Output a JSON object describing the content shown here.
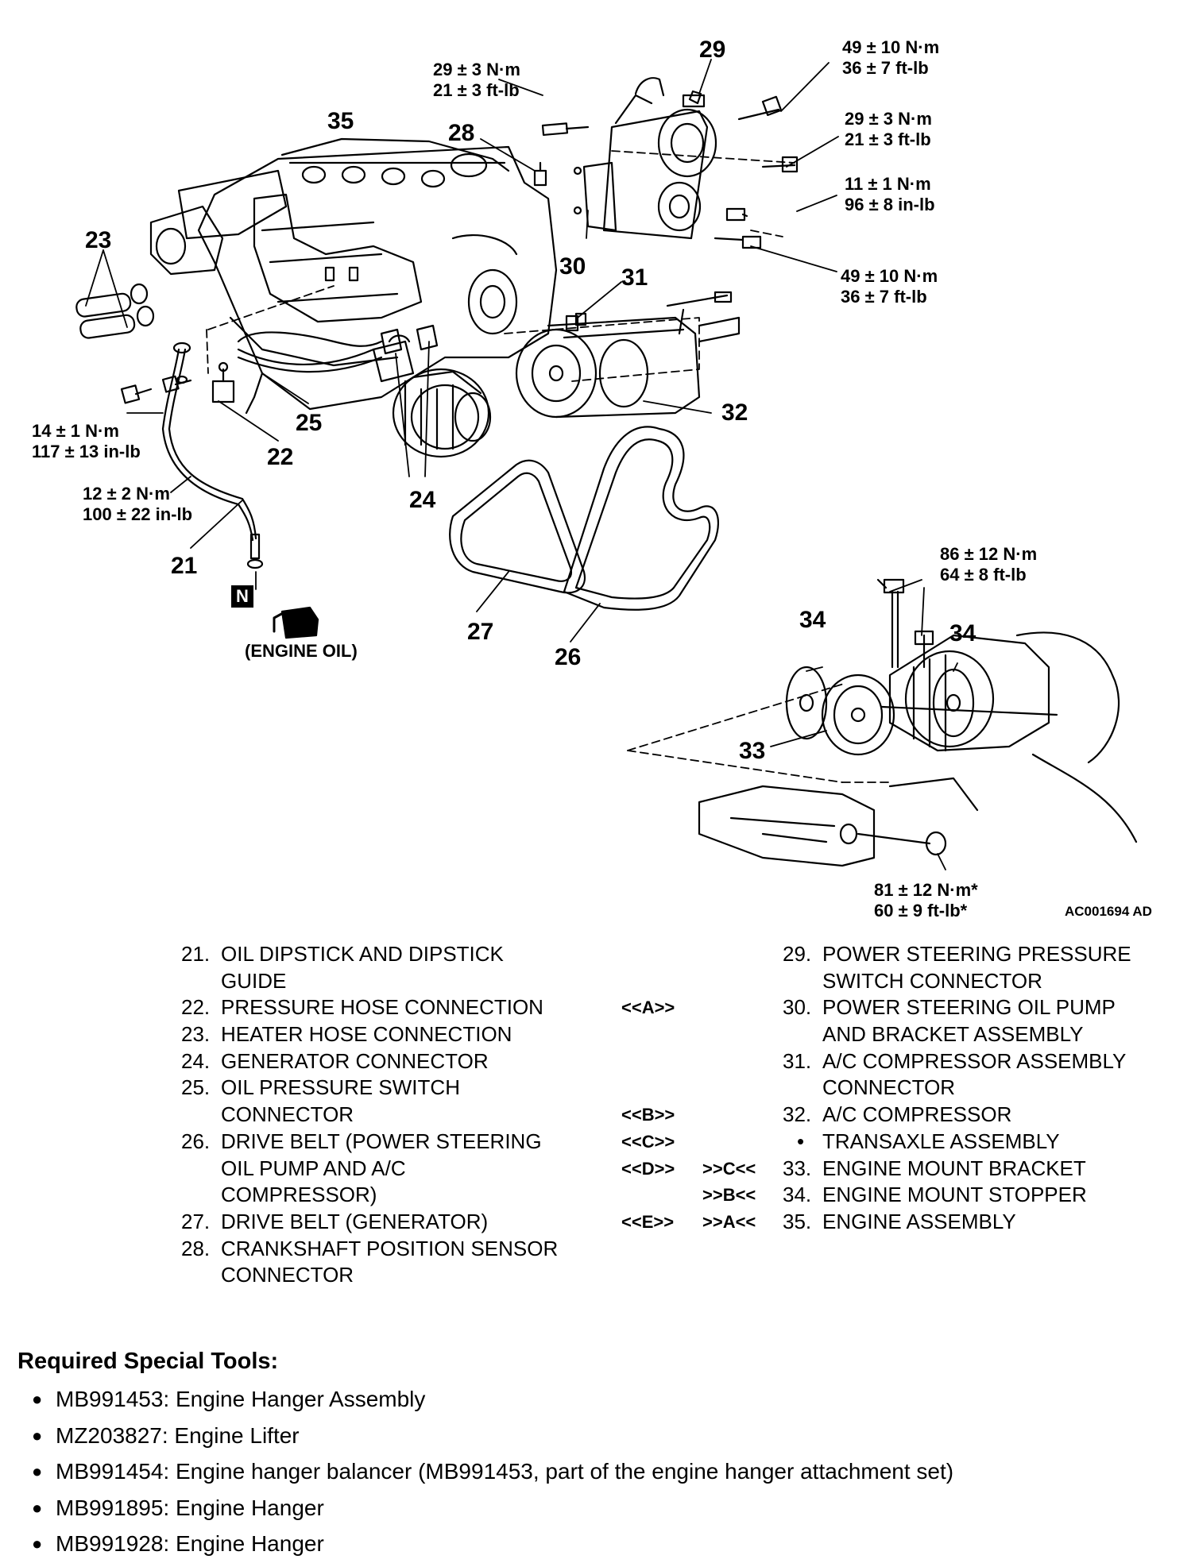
{
  "diagram": {
    "callouts": {
      "c21": "21",
      "c22": "22",
      "c23": "23",
      "c24": "24",
      "c25": "25",
      "c26": "26",
      "c27": "27",
      "c28": "28",
      "c29": "29",
      "c30": "30",
      "c31": "31",
      "c32": "32",
      "c33": "33",
      "c34a": "34",
      "c34b": "34",
      "c35": "35"
    },
    "torques": {
      "t29top": [
        "29 ± 3 N·m",
        "21 ± 3 ft-lb"
      ],
      "t49top": [
        "49 ± 10 N·m",
        "36 ± 7 ft-lb"
      ],
      "t29right": [
        "29 ± 3 N·m",
        "21 ± 3 ft-lb"
      ],
      "t11": [
        "11 ± 1 N·m",
        "96 ± 8 in-lb"
      ],
      "t49bottom": [
        "49 ± 10 N·m",
        "36 ± 7 ft-lb"
      ],
      "t14": [
        "14 ± 1 N·m",
        "117 ± 13 in-lb"
      ],
      "t12": [
        "12 ± 2 N·m",
        "100 ± 22 in-lb"
      ],
      "t86": [
        "86 ± 12 N·m",
        "64 ± 8 ft-lb"
      ],
      "t81": [
        "81 ± 12 N·m*",
        "60 ± 9 ft-lb*"
      ]
    },
    "n_symbol": "N",
    "engine_oil_label": "(ENGINE OIL)",
    "figure_id": "AC001694 AD"
  },
  "legend_left": [
    {
      "num": "21.",
      "lines": [
        "OIL DIPSTICK AND DIPSTICK",
        "GUIDE"
      ]
    },
    {
      "num": "22.",
      "lines": [
        "PRESSURE HOSE CONNECTION"
      ]
    },
    {
      "num": "23.",
      "lines": [
        "HEATER HOSE CONNECTION"
      ]
    },
    {
      "num": "24.",
      "lines": [
        "GENERATOR CONNECTOR"
      ]
    },
    {
      "num": "25.",
      "lines": [
        "OIL PRESSURE SWITCH",
        "CONNECTOR"
      ]
    },
    {
      "num": "26.",
      "lines": [
        "DRIVE BELT (POWER STEERING",
        "OIL PUMP AND A/C",
        "COMPRESSOR)"
      ]
    },
    {
      "num": "27.",
      "lines": [
        "DRIVE BELT (GENERATOR)"
      ]
    },
    {
      "num": "28.",
      "lines": [
        "CRANKSHAFT POSITION SENSOR",
        "CONNECTOR"
      ]
    }
  ],
  "legend_right": [
    {
      "num": "29.",
      "lines": [
        "POWER STEERING PRESSURE",
        "SWITCH CONNECTOR"
      ],
      "marks": [
        "",
        ""
      ]
    },
    {
      "num": "30.",
      "lines": [
        "POWER STEERING OIL PUMP",
        "AND BRACKET ASSEMBLY"
      ],
      "marks": [
        "<<A>>",
        ""
      ]
    },
    {
      "num": "31.",
      "lines": [
        "A/C COMPRESSOR ASSEMBLY",
        "CONNECTOR"
      ],
      "marks": [
        "",
        ""
      ]
    },
    {
      "num": "32.",
      "lines": [
        "A/C COMPRESSOR"
      ],
      "marks": [
        "<<B>>",
        ""
      ]
    },
    {
      "num": "•",
      "lines": [
        "TRANSAXLE ASSEMBLY"
      ],
      "marks": [
        "<<C>>",
        ""
      ]
    },
    {
      "num": "33.",
      "lines": [
        "ENGINE MOUNT BRACKET"
      ],
      "marks": [
        "<<D>>",
        ">>C<<"
      ]
    },
    {
      "num": "34.",
      "lines": [
        "ENGINE MOUNT STOPPER"
      ],
      "marks": [
        "",
        ">>B<<"
      ]
    },
    {
      "num": "35.",
      "lines": [
        "ENGINE ASSEMBLY"
      ],
      "marks": [
        "<<E>>",
        ">>A<<"
      ]
    }
  ],
  "tools": {
    "heading": "Required Special Tools:",
    "items": [
      "MB991453: Engine Hanger Assembly",
      "MZ203827: Engine Lifter",
      "MB991454: Engine hanger balancer (MB991453, part of the engine hanger attachment set)",
      "MB991895: Engine Hanger",
      "MB991928: Engine Hanger"
    ]
  }
}
